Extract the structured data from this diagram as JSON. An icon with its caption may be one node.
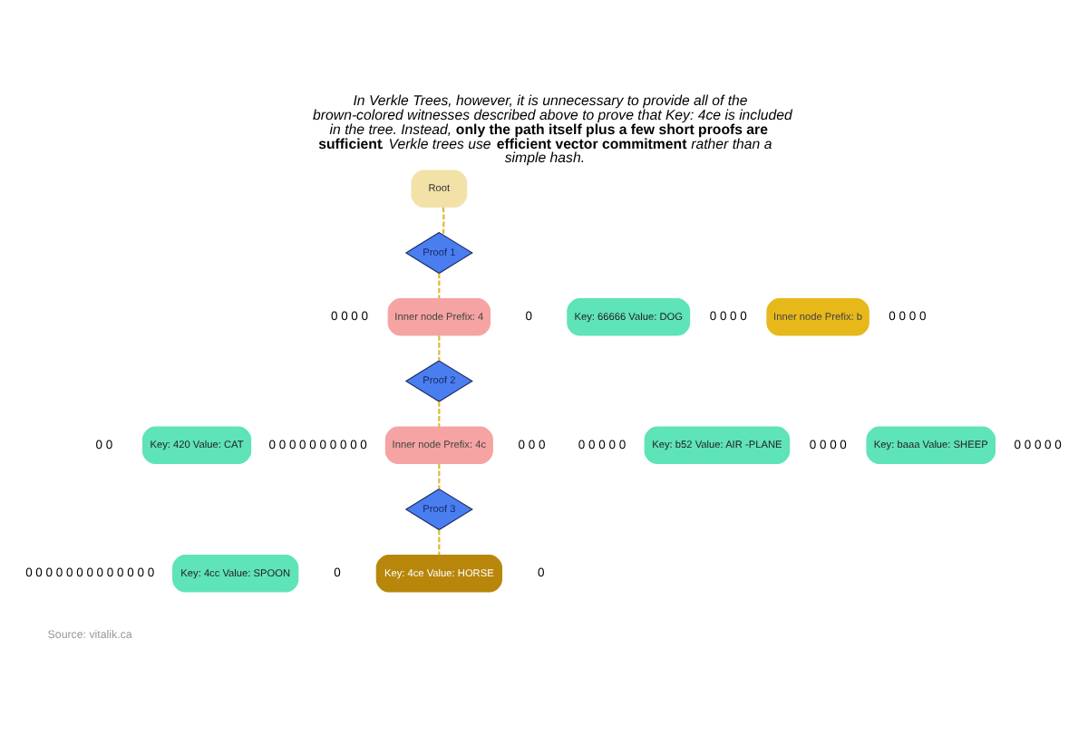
{
  "diagram": {
    "title": "In Verkle Trees, however, it is unnecessary to provide all of the brown-colored witnesses described above to prove that Key: 4ce is included in the tree. Instead, **only the path itself plus a few short proofs are sufficient**. Verkle trees use **efficient vector commitment** rather than a simple hash.",
    "caption": "Source: vitalik.ca",
    "nodes": [
      {
        "text": [
          "Root"
        ]
      },
      {
        "text": [
          "Proof 1"
        ]
      },
      {
        "text": [
          "Inner node Prefix: 4"
        ]
      },
      {
        "text": [
          "Key: 66666 Value: DOG"
        ]
      },
      {
        "text": [
          "Inner node Prefix: b"
        ]
      },
      {
        "text": [
          "Proof 2"
        ]
      },
      {
        "text": [
          "Key: 420 Value: CAT"
        ]
      },
      {
        "text": [
          "Inner node Prefix: 4c"
        ]
      },
      {
        "text": [
          "Key: b52 Value: AIR -PLANE"
        ]
      },
      {
        "text": [
          "Key: baaa Value: SHEEP"
        ]
      },
      {
        "text": [
          "Proof 3"
        ]
      },
      {
        "text": [
          "Key: 4cc Value: SPOON"
        ]
      },
      {
        "text": [
          "Key: 4ce Value: HORSE"
        ]
      }
    ],
    "edges": [
      {
        "from": 0,
        "to": 1,
        "arrow": "none",
        "style": "dashed",
        "color": "#e0b93a"
      },
      {
        "from": 1,
        "to": 2,
        "arrow": "none",
        "style": "dashed",
        "color": "#e0b93a"
      },
      {
        "from": 2,
        "to": 5,
        "arrow": "none",
        "style": "dashed",
        "color": "#e0b93a"
      },
      {
        "from": 5,
        "to": 7,
        "arrow": "none",
        "style": "dashed",
        "color": "#e0b93a"
      },
      {
        "from": 7,
        "to": 10,
        "arrow": "none",
        "style": "dashed",
        "color": "#e0b93a"
      },
      {
        "from": 10,
        "to": 12,
        "arrow": "none",
        "style": "dashed",
        "color": "#e0b93a"
      }
    ],
    "labels": [
      "0 0 0 0",
      "0",
      "0 0 0 0",
      "0 0 0 0",
      "0 0",
      "0 0 0 0 0 0 0 0 0 0",
      "0 0 0",
      "0 0 0 0 0",
      "0 0 0 0",
      "0 0 0 0 0",
      "0 0 0 0 0 0 0 0 0 0 0 0 0",
      "0",
      "0"
    ]
  }
}
